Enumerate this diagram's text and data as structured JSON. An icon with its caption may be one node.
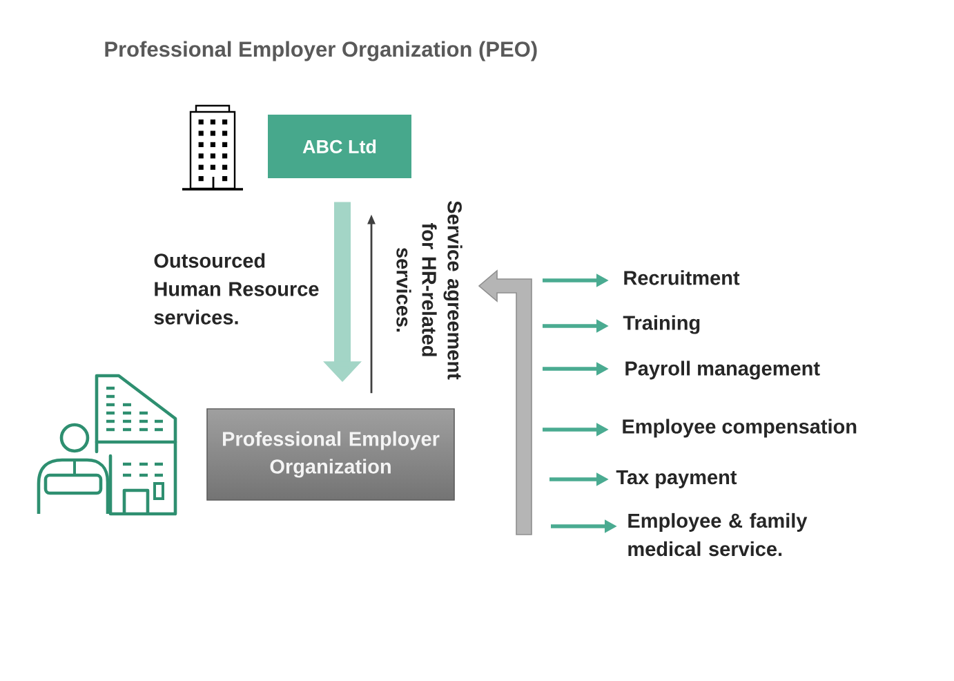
{
  "diagram": {
    "title": "Professional Employer Organization (PEO)",
    "nodes": [
      {
        "text": [
          "ABC Ltd"
        ]
      },
      {
        "text": [
          "Professional Employer Organization"
        ]
      },
      {
        "text": [
          "Recruitment"
        ]
      },
      {
        "text": [
          "Training"
        ]
      },
      {
        "text": [
          "Payroll management"
        ]
      },
      {
        "text": [
          "Employee compensation"
        ]
      },
      {
        "text": [
          "Tax payment"
        ]
      },
      {
        "text": [
          "Employee & family medical service."
        ]
      }
    ],
    "edges": [
      {
        "from": 0,
        "to": 1,
        "arrow": "to",
        "label": "Outsourced Human Resource services.",
        "style": "thick",
        "color": "#a3d5c6"
      },
      {
        "from": 1,
        "to": 0,
        "arrow": "to",
        "label": "Service agreement for HR-related services.",
        "color": "#404040"
      },
      {
        "from": null,
        "to": 2,
        "arrow": "to"
      },
      {
        "from": null,
        "to": 3,
        "arrow": "to"
      },
      {
        "from": null,
        "to": 4,
        "arrow": "to"
      },
      {
        "from": null,
        "to": 5,
        "arrow": "to"
      },
      {
        "from": null,
        "to": 6,
        "arrow": "to"
      },
      {
        "from": null,
        "to": 7,
        "arrow": "to"
      }
    ]
  }
}
